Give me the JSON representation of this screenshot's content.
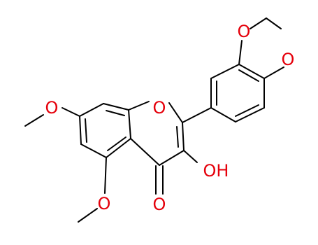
{
  "atoms": {
    "ring_oxygen": "O",
    "carbonyl_oxygen": "O",
    "hydroxyl": "OH",
    "methoxy_7_oxygen": "O",
    "methoxy_5_oxygen": "O",
    "dioxole_oxygen_top": "O",
    "dioxole_oxygen_right": "O"
  },
  "colors": {
    "bond": "#000000",
    "heteroatom": "#e5000b",
    "background": "#ffffff"
  }
}
